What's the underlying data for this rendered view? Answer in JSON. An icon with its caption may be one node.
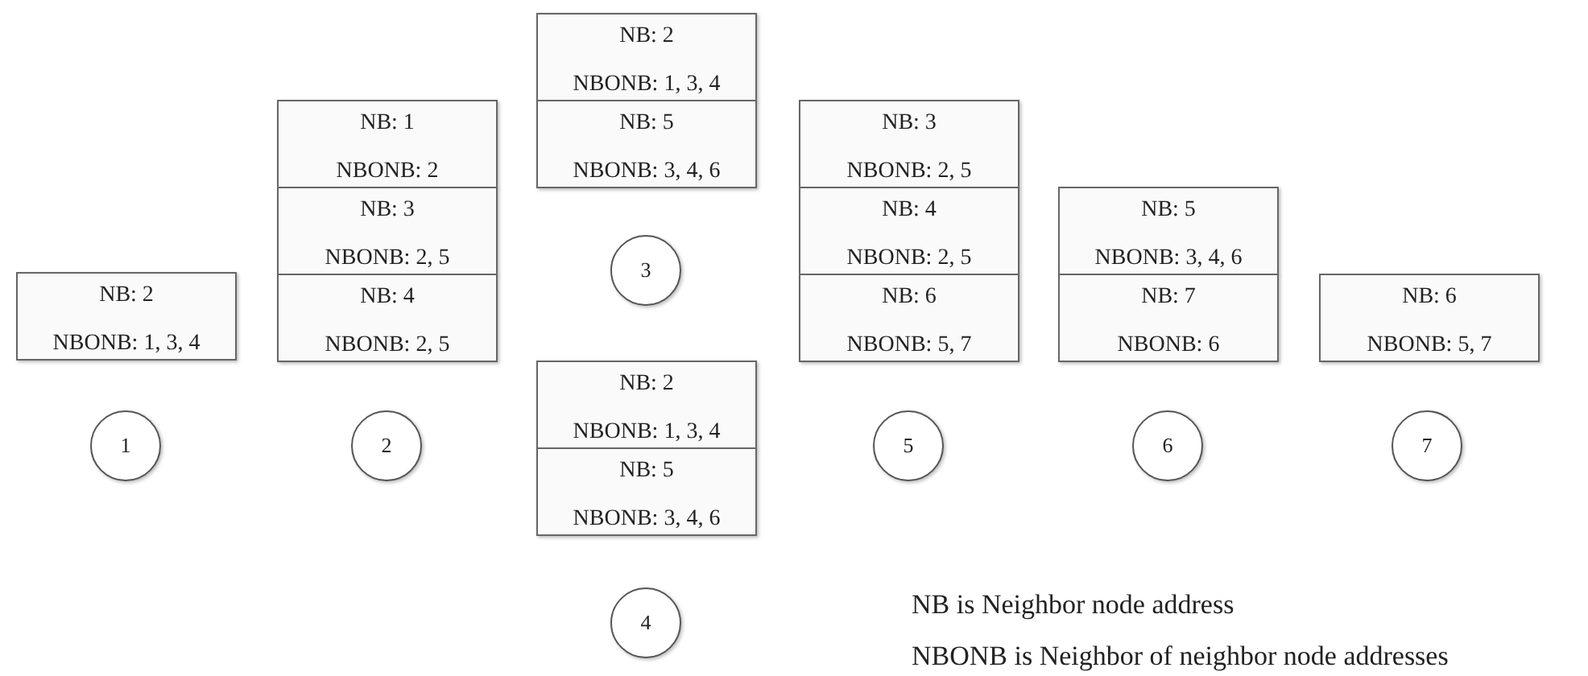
{
  "diagram": {
    "nodes": [
      {
        "text": [
          "NB: 2",
          "NBONB: 1, 3, 4"
        ]
      },
      {
        "text": [
          "1"
        ]
      },
      {
        "text": [
          "NB: 1",
          "NBONB: 2"
        ]
      },
      {
        "text": [
          "NB: 3",
          "NBONB: 2, 5"
        ]
      },
      {
        "text": [
          "NB: 4",
          "NBONB: 2, 5"
        ]
      },
      {
        "text": [
          "2"
        ]
      },
      {
        "text": [
          "NB: 2",
          "NBONB: 1, 3, 4"
        ]
      },
      {
        "text": [
          "NB: 5",
          "NBONB: 3, 4, 6"
        ]
      },
      {
        "text": [
          "3"
        ]
      },
      {
        "text": [
          "NB: 2",
          "NBONB: 1, 3, 4"
        ]
      },
      {
        "text": [
          "NB: 5",
          "NBONB: 3, 4, 6"
        ]
      },
      {
        "text": [
          "4"
        ]
      },
      {
        "text": [
          "NB: 3",
          "NBONB: 2, 5"
        ]
      },
      {
        "text": [
          "NB: 4",
          "NBONB: 2, 5"
        ]
      },
      {
        "text": [
          "NB: 6",
          "NBONB: 5, 7"
        ]
      },
      {
        "text": [
          "5"
        ]
      },
      {
        "text": [
          "NB: 5",
          "NBONB: 3, 4, 6"
        ]
      },
      {
        "text": [
          "NB: 7",
          "NBONB: 6"
        ]
      },
      {
        "text": [
          "6"
        ]
      },
      {
        "text": [
          "NB: 6",
          "NBONB: 5, 7"
        ]
      },
      {
        "text": [
          "7"
        ]
      }
    ],
    "labels": [
      "NB is Neighbor node address",
      "NBONB is Neighbor of neighbor node addresses"
    ]
  }
}
